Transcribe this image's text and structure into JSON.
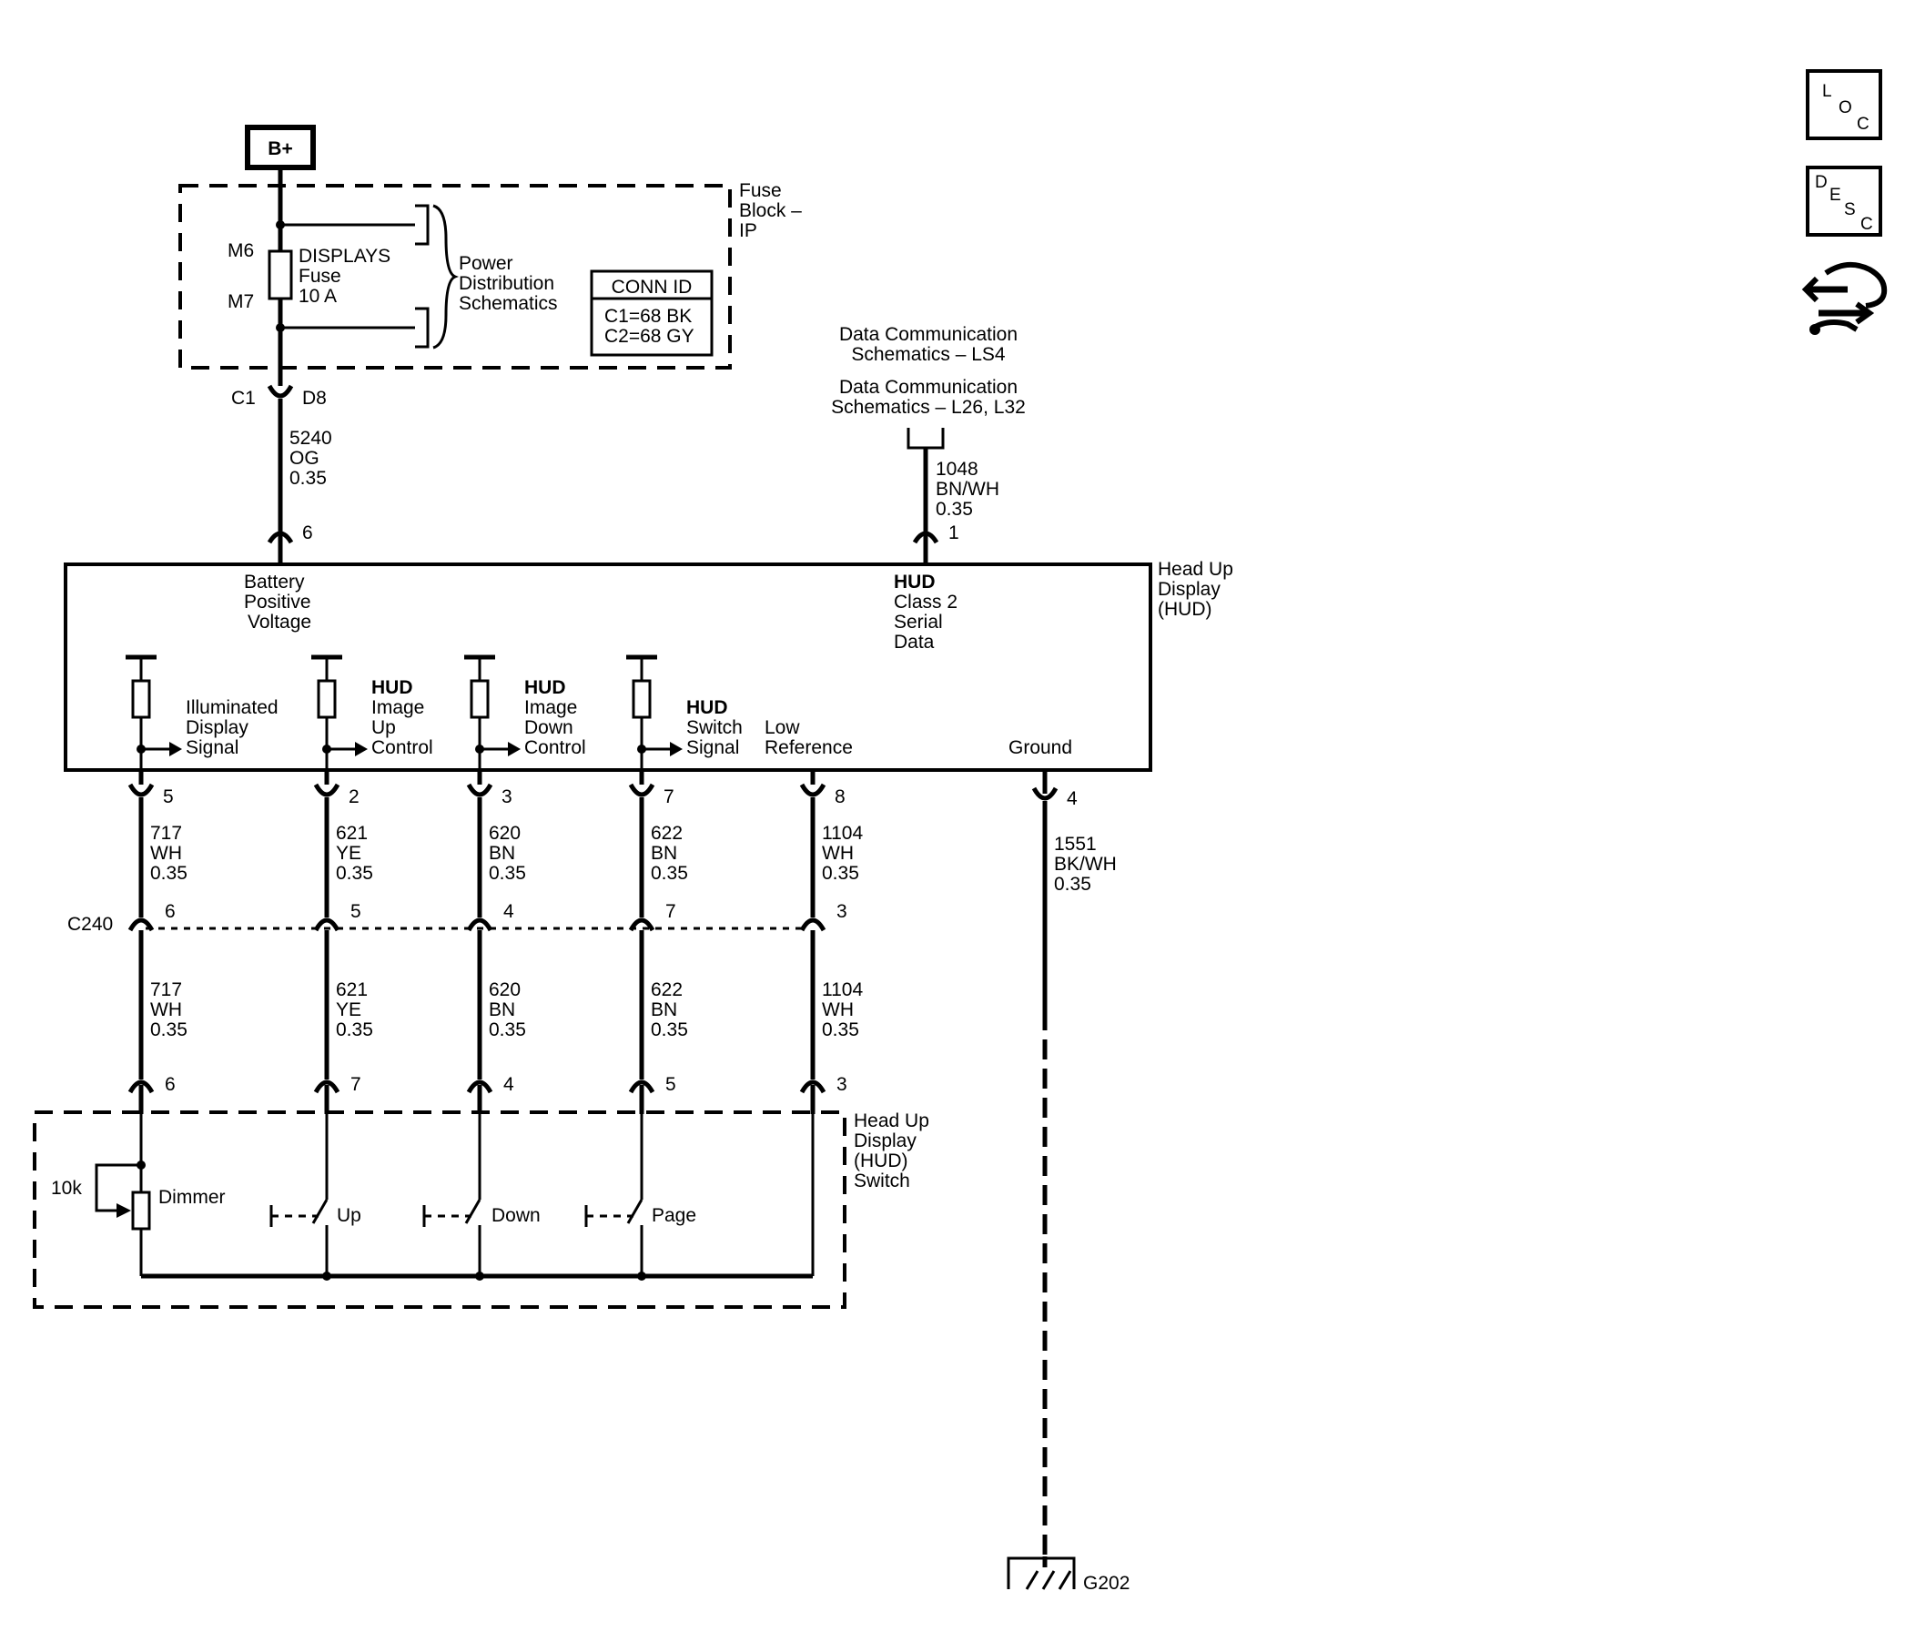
{
  "bplus": "B+",
  "fuse_block": {
    "line1": "Fuse",
    "line2": "Block –",
    "line3": "IP"
  },
  "fuse": {
    "m6": "M6",
    "m7": "M7",
    "name1": "DISPLAYS",
    "name2": "Fuse",
    "rating": "10 A"
  },
  "power_dist": {
    "line1": "Power",
    "line2": "Distribution",
    "line3": "Schematics"
  },
  "conn_id": {
    "title": "CONN ID",
    "c1": "C1=68 BK",
    "c2": "C2=68 GY"
  },
  "c1_conn": {
    "left": "C1",
    "right": "D8"
  },
  "wire_5240": {
    "circuit": "5240",
    "color": "OG",
    "gauge": "0.35"
  },
  "data_comm": {
    "l1a": "Data Communication",
    "l1b": "Schematics – LS4",
    "l2a": "Data Communication",
    "l2b": "Schematics – L26, L32"
  },
  "wire_1048": {
    "circuit": "1048",
    "color": "BN/WH",
    "gauge": "0.35"
  },
  "hud": {
    "label1": "Head Up",
    "label2": "Display",
    "label3": "(HUD)",
    "pin_batt": "6",
    "pin_data": "1",
    "batt1": "Battery",
    "batt2": "Positive",
    "batt3": "Voltage",
    "data1": "HUD",
    "data2": "Class 2",
    "data3": "Serial",
    "data4": "Data",
    "ill1": "Illuminated",
    "ill2": "Display",
    "ill3": "Signal",
    "up1": "HUD",
    "up2": "Image",
    "up3": "Up",
    "up4": "Control",
    "dn1": "HUD",
    "dn2": "Image",
    "dn3": "Down",
    "dn4": "Control",
    "sw1": "HUD",
    "sw2": "Switch",
    "sw3": "Signal",
    "low1": "Low",
    "low2": "Reference",
    "ground": "Ground"
  },
  "circuits": [
    {
      "hud_pin": "5",
      "c240_pin": "6",
      "sw_pin": "6",
      "circuit": "717",
      "color": "WH",
      "gauge": "0.35"
    },
    {
      "hud_pin": "2",
      "c240_pin": "5",
      "sw_pin": "7",
      "circuit": "621",
      "color": "YE",
      "gauge": "0.35"
    },
    {
      "hud_pin": "3",
      "c240_pin": "4",
      "sw_pin": "4",
      "circuit": "620",
      "color": "BN",
      "gauge": "0.35"
    },
    {
      "hud_pin": "7",
      "c240_pin": "7",
      "sw_pin": "5",
      "circuit": "622",
      "color": "BN",
      "gauge": "0.35"
    },
    {
      "hud_pin": "8",
      "c240_pin": "3",
      "sw_pin": "3",
      "circuit": "1104",
      "color": "WH",
      "gauge": "0.35"
    }
  ],
  "ground_wire": {
    "hud_pin": "4",
    "circuit": "1551",
    "color": "BK/WH",
    "gauge": "0.35"
  },
  "c240": "C240",
  "hud_switch": {
    "label1": "Head Up",
    "label2": "Display",
    "label3": "(HUD)",
    "label4": "Switch",
    "resistor": "10k",
    "dimmer": "Dimmer",
    "up": "Up",
    "down": "Down",
    "page": "Page"
  },
  "ground_point": "G202",
  "nav": {
    "loc": [
      "L",
      "O",
      "C"
    ],
    "desc": [
      "D",
      "E",
      "S",
      "C"
    ],
    "icon": "connector-hand-icon"
  }
}
